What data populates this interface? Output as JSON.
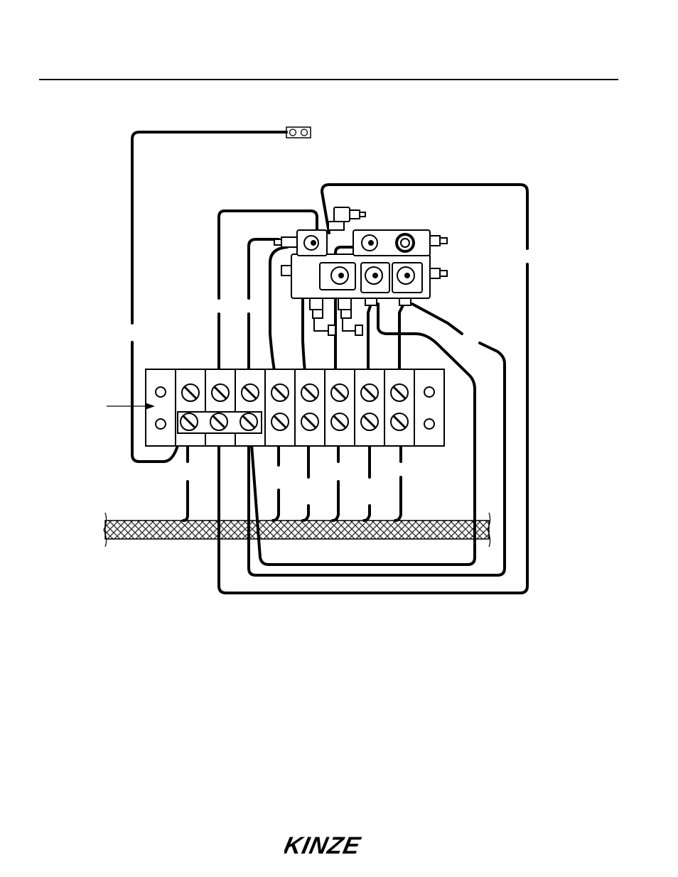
{
  "diagram": {
    "terminal_top_row": 10,
    "terminal_bottom_row": 10
  },
  "footer": {
    "logo_text": "KINZE"
  },
  "colors": {
    "ink": "#000000",
    "paper": "#ffffff",
    "hatch": "#555555"
  }
}
